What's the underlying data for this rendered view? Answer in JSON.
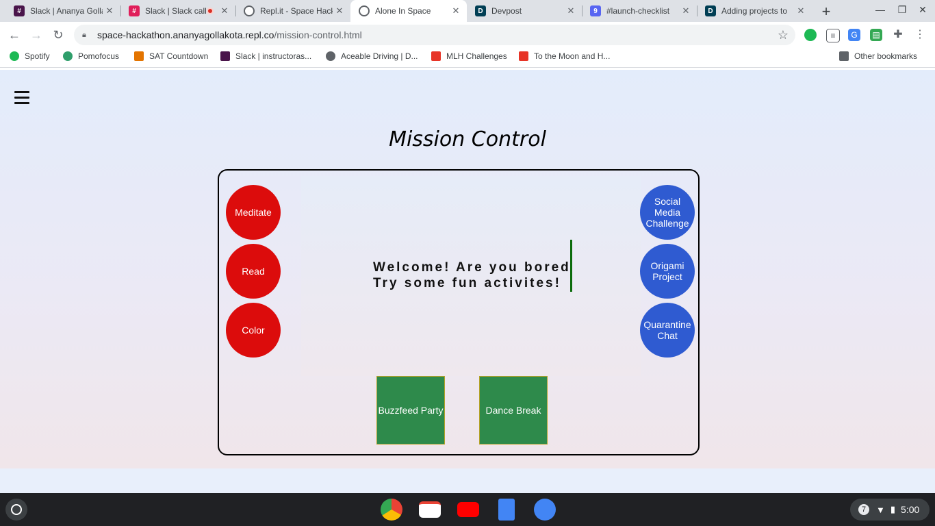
{
  "browser": {
    "tabs": [
      {
        "title": "Slack | Ananya Gollakota",
        "icon": "slack-icon",
        "color": "#4a154b"
      },
      {
        "title": "Slack | Slack call",
        "icon": "slack-icon",
        "color": "#e01e5a",
        "recording": true
      },
      {
        "title": "Repl.it - Space Hackathon",
        "icon": "replit-icon",
        "color": "#5f6368"
      },
      {
        "title": "Alone In Space",
        "icon": "globe-icon",
        "color": "#5f6368",
        "active": true
      },
      {
        "title": "Devpost",
        "icon": "devpost-icon",
        "color": "#003e54"
      },
      {
        "title": "#launch-checklist",
        "icon": "discord-icon",
        "color": "#5865f2"
      },
      {
        "title": "Adding projects to",
        "icon": "devpost-icon",
        "color": "#003e54"
      }
    ],
    "url_host": "space-hackathon.ananyagollakota.repl.co",
    "url_path": "/mission-control.html",
    "bookmarks": [
      {
        "label": "Spotify",
        "color": "#1db954"
      },
      {
        "label": "Pomofocus",
        "color": "#2f9e6b"
      },
      {
        "label": "SAT Countdown",
        "color": "#e37400"
      },
      {
        "label": "Slack | instructoras...",
        "color": "#4a154b"
      },
      {
        "label": "Aceable Driving | D...",
        "color": "#5f6368"
      },
      {
        "label": "MLH Challenges",
        "color": "#e73427"
      },
      {
        "label": "To the Moon and H...",
        "color": "#e73427"
      }
    ],
    "other_bookmarks": "Other bookmarks"
  },
  "page": {
    "title": "Mission Control",
    "welcome_line1": "Welcome! Are you bored",
    "welcome_line2": "Try some fun activites!",
    "left_buttons": [
      "Meditate",
      "Read",
      "Color"
    ],
    "right_buttons": [
      "Social Media Challenge",
      "Origami Project",
      "Quarantine Chat"
    ],
    "bottom_buttons": [
      "Buzzfeed Party",
      "Dance Break"
    ],
    "colors": {
      "red": "#dc0c0c",
      "blue": "#2f5bd1",
      "green": "#2e8a4b"
    }
  },
  "shelf": {
    "apps": [
      "chrome-icon",
      "gmail-icon",
      "youtube-icon",
      "docs-icon",
      "files-icon"
    ],
    "notification_count": "7",
    "time": "5:00"
  }
}
